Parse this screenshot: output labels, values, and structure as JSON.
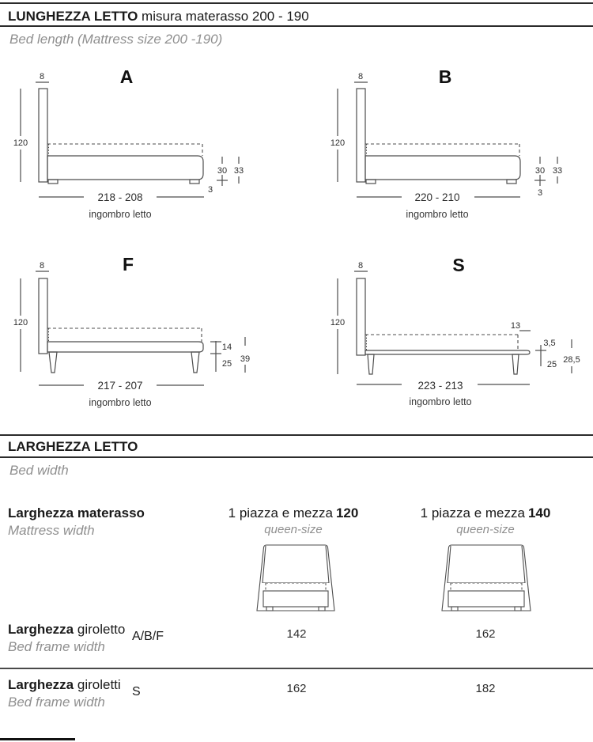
{
  "sections": {
    "length": {
      "title_bold": "LUNGHEZZA LETTO",
      "title_rest": " misura materasso 200 - 190",
      "subtitle": "Bed length (Mattress size 200 -190)"
    },
    "width": {
      "title_bold": "LARGHEZZA LETTO",
      "subtitle": "Bed width"
    }
  },
  "diagrams": [
    {
      "letter": "A",
      "hb_thickness": "8",
      "height": "120",
      "dim1": "30",
      "dim2": "33",
      "dim3": "3",
      "range": "218 - 208",
      "caption": "ingombro letto"
    },
    {
      "letter": "B",
      "hb_thickness": "8",
      "height": "120",
      "dim1": "30",
      "dim2": "33",
      "dim3": "3",
      "range": "220 - 210",
      "caption": "ingombro letto"
    },
    {
      "letter": "F",
      "hb_thickness": "8",
      "height": "120",
      "dim1": "14",
      "dim2": "25",
      "dim3": "39",
      "range": "217 - 207",
      "caption": "ingombro letto"
    },
    {
      "letter": "S",
      "hb_thickness": "8",
      "height": "120",
      "dim_top": "13",
      "dim1": "3,5",
      "dim2": "25",
      "dim3": "28,5",
      "range": "223 - 213",
      "caption": "ingombro letto"
    }
  ],
  "width_table": {
    "mattress": {
      "label_it": "Larghezza materasso",
      "label_en": "Mattress width",
      "columns": [
        {
          "name": "1 piazza e mezza",
          "size": "120",
          "subtitle": "queen-size"
        },
        {
          "name": "1 piazza e mezza",
          "size": "140",
          "subtitle": "queen-size"
        }
      ]
    },
    "rows": [
      {
        "label_bold": "Larghezza",
        "label_rest": " giroletto",
        "label_en": "Bed frame width",
        "variant": "A/B/F",
        "values": [
          "142",
          "162"
        ]
      },
      {
        "label_bold": "Larghezza",
        "label_rest": " giroletti",
        "label_en": "Bed frame width",
        "variant": "S",
        "values": [
          "162",
          "182"
        ]
      }
    ]
  }
}
